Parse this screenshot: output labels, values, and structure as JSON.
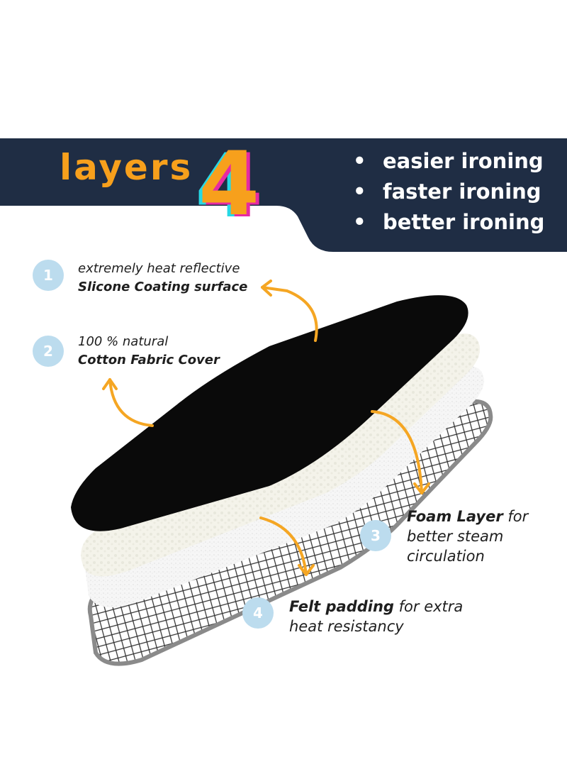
{
  "banner": {
    "headline_word": "layers",
    "headline_number": "4",
    "bullets": [
      "easier ironing",
      "faster ironing",
      "better ironing"
    ],
    "colors": {
      "navy": "#1f2d44",
      "orange": "#f7a01c",
      "cyan": "#27d8e4",
      "magenta": "#e62aa3"
    }
  },
  "layers": [
    {
      "number": "1",
      "line1": "extremely heat reflective",
      "line2": "Slicone Coating surface"
    },
    {
      "number": "2",
      "line1": "100 % natural",
      "line2": "Cotton Fabric Cover"
    },
    {
      "number": "3",
      "bold": "Foam Layer",
      "rest1": " for",
      "rest2": "better steam",
      "rest3": "circulation"
    },
    {
      "number": "4",
      "bold": "Felt padding",
      "rest1": " for extra",
      "rest2": "heat resistancy"
    }
  ],
  "icons": [
    "curved-arrow-icon"
  ]
}
